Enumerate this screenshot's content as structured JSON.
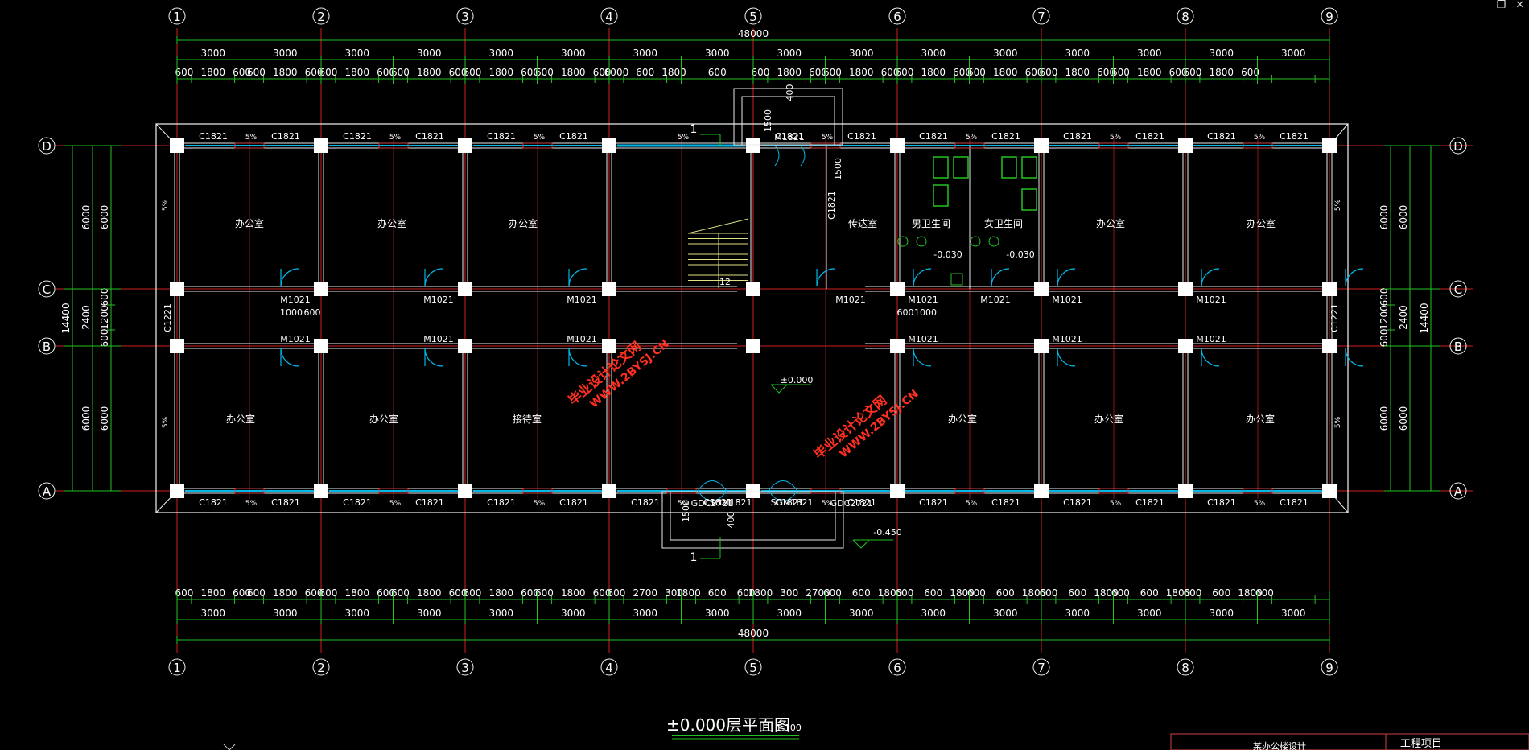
{
  "window_controls": {
    "minimize": "_",
    "restore": "❐",
    "close": "✕"
  },
  "grid": {
    "columns": [
      "1",
      "2",
      "3",
      "4",
      "5",
      "6",
      "7",
      "8",
      "9"
    ],
    "rows": [
      "D",
      "C",
      "B",
      "A"
    ]
  },
  "dims": {
    "top_total": "48000",
    "bottom_total": "48000",
    "top_bays": [
      "3000",
      "3000",
      "3000",
      "3000",
      "3000",
      "3000",
      "3000",
      "3000",
      "3000",
      "3000",
      "3000",
      "3000",
      "3000",
      "3000",
      "3000",
      "3000"
    ],
    "bottom_bays": [
      "3000",
      "3000",
      "3000",
      "3000",
      "3000",
      "3000",
      "3000",
      "3000",
      "3000",
      "3000",
      "3000",
      "3000",
      "3000",
      "3000",
      "3000",
      "3000"
    ],
    "top_detail": [
      "600",
      "1800",
      "600",
      "600",
      "1800",
      "600",
      "600",
      "1800",
      "600",
      "600",
      "1800",
      "600",
      "600",
      "1800",
      "600",
      "600",
      "1800",
      "600",
      "6000",
      "600",
      "1800",
      "600",
      "600",
      "1800",
      "600",
      "600",
      "1800",
      "600",
      "600",
      "1800",
      "600",
      "600",
      "1800",
      "600",
      "600",
      "1800",
      "600",
      "600",
      "1800",
      "600",
      "600",
      "1800",
      "600"
    ],
    "bottom_detail": [
      "600",
      "1800",
      "600",
      "600",
      "1800",
      "600",
      "600",
      "1800",
      "600",
      "600",
      "1800",
      "600",
      "600",
      "1800",
      "600",
      "600",
      "1800",
      "600",
      "600",
      "2700",
      "300",
      "1800",
      "600",
      "600",
      "1800",
      "300",
      "2700",
      "600",
      "600",
      "1800",
      "600",
      "600",
      "1800",
      "600",
      "600",
      "1800",
      "600",
      "600",
      "1800",
      "600",
      "600",
      "1800",
      "600",
      "600",
      "1800",
      "600"
    ],
    "side_total": "14400",
    "side_bays": [
      "6000",
      "2400",
      "6000"
    ],
    "side_outer": [
      "6000",
      "6000"
    ],
    "side_detail": [
      "600",
      "1200",
      "600"
    ]
  },
  "rooms": {
    "top": [
      "办公室",
      "办公室",
      "办公室",
      "传达室",
      "男卫生间",
      "女卫生间",
      "办公室",
      "办公室"
    ],
    "bottom": [
      "办公室",
      "办公室",
      "接待室",
      "办公室",
      "办公室",
      "办公室"
    ]
  },
  "windows": {
    "c1821": "C1821",
    "c1221": "C1221",
    "gdc": "GDC2721"
  },
  "doors": {
    "m1021": "M1021",
    "m1821": "M1821",
    "sgm": "SGM1821"
  },
  "slope": "5%",
  "levels": {
    "main": "±0.000",
    "wc": "-0.030",
    "outside": "-0.450"
  },
  "stair_label": "12",
  "section_mark": "1",
  "canopy_dims": {
    "v1500": "1500",
    "v400": "400"
  },
  "misc_dims": {
    "d1000": "1000",
    "d600": "600",
    "d600b": "600",
    "d1000b": "1000"
  },
  "drawing_title": "±0.000层平面图",
  "drawing_scale": "1:100",
  "watermark": {
    "line1": "毕业设计论文网",
    "line2": "WWW.2BYSJ.CN"
  },
  "title_block": {
    "project_label": "工程项目",
    "name_cell": "某办公楼设计"
  },
  "colors": {
    "bg": "#000000",
    "axis": "#d02020",
    "dim": "#22c222",
    "wall": "#e8e8e8",
    "window": "#00b8e8",
    "text": "#ffffff",
    "watermark": "#ff3020",
    "outline": "#f4f4f4"
  }
}
